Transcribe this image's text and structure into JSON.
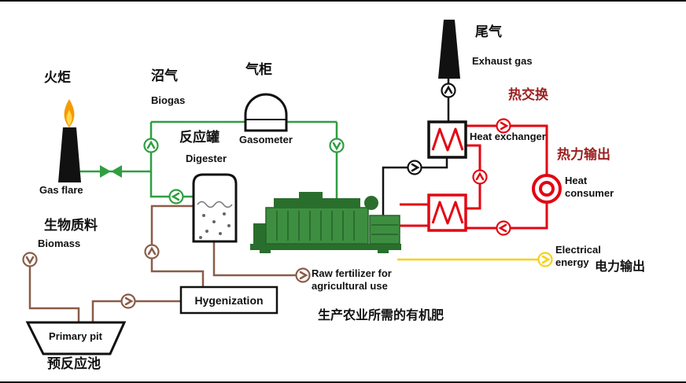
{
  "diagram": {
    "labels": {
      "flare_cn": "火炬",
      "flare_en": "Gas flare",
      "biogas_cn": "沼气",
      "biogas_en": "Biogas",
      "gasometer_cn": "气柜",
      "gasometer_en": "Gasometer",
      "digester_cn": "反应罐",
      "digester_en": "Digester",
      "biomass_cn": "生物质料",
      "biomass_en": "Biomass",
      "exhaust_cn": "尾气",
      "exhaust_en": "Exhaust gas",
      "heat_exchanger_cn": "热交换",
      "heat_exchanger_en": "Heat exchanger",
      "heat_output_cn": "热力输出",
      "heat_consumer_en": "Heat consumer",
      "electrical_en": "Electrical energy",
      "electrical_cn": "电力输出",
      "fertilizer_en": "Raw fertilizer for agricultural use",
      "fertilizer_cn": "生产农业所需的有机肥",
      "hygenization": "Hygenization",
      "primary_pit": "Primary pit",
      "primary_pit_cn": "预反应池"
    },
    "colors": {
      "biogas_line": "#2f9e41",
      "biomass_line": "#8a5c48",
      "heat_line": "#e30613",
      "electric_line": "#f7d117",
      "exhaust_line": "#111111",
      "engine_green": "#3e8e41",
      "engine_dark_green": "#2a6e2d",
      "flame_orange": "#f59b00",
      "heat_label_text": "#9c1f1f"
    }
  }
}
